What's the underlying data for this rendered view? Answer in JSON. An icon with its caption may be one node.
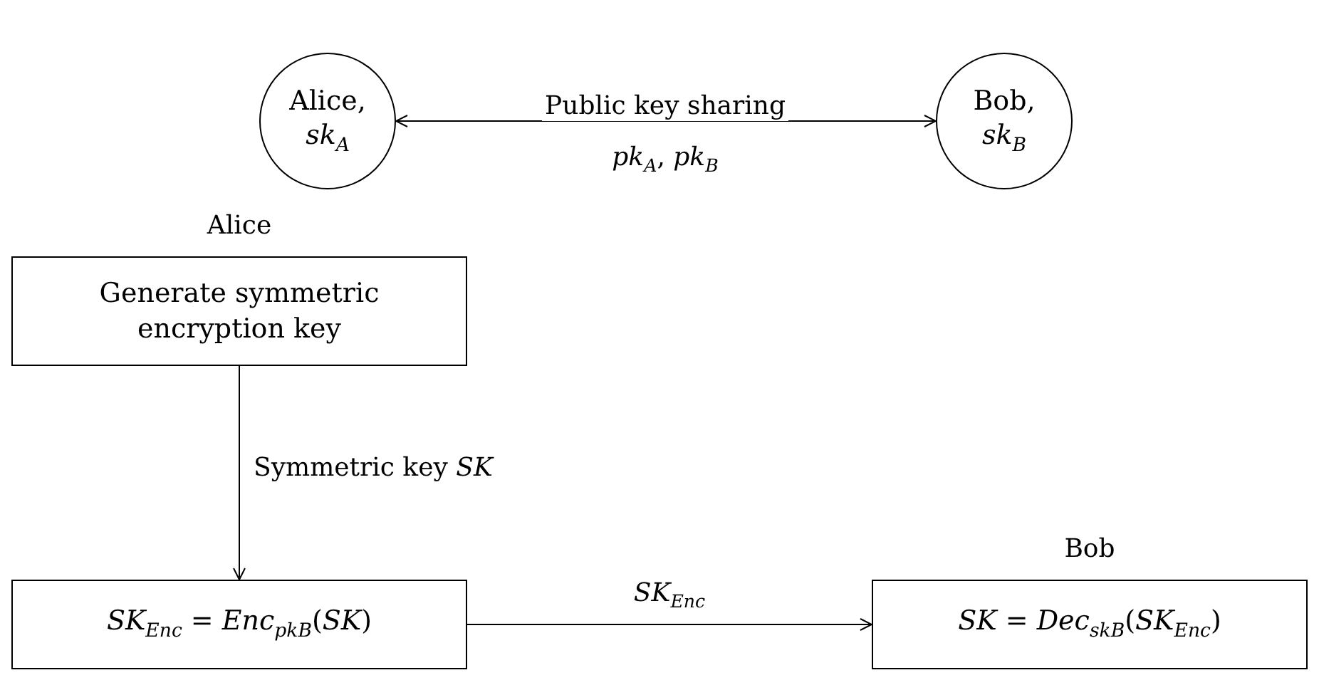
{
  "diagram": {
    "nodes": [
      {
        "text": [
          "Alice, *sk*$_{A}$"
        ]
      },
      {
        "text": [
          "Bob, *sk*$_{B}$"
        ]
      },
      {
        "text": [
          "Generate symmetric encryption key"
        ],
        "beside": [
          "Alice"
        ]
      },
      {
        "text": [
          "*SK*$_{Enc}$ = *Enc*$_{pkB}$(*SK*)"
        ]
      },
      {
        "text": [
          "*SK* = *Dec*$_{skB}$(*SK*$_{Enc}$)"
        ],
        "beside": [
          "Bob"
        ]
      }
    ],
    "edges": [
      {
        "from": 0,
        "to": 1,
        "arrow": "both",
        "label": "Public key sharing"
      },
      {
        "from": 2,
        "to": 3,
        "arrow": "to",
        "label": "Symmetric key *SK*"
      },
      {
        "from": 3,
        "to": 4,
        "arrow": "to",
        "label": "*SK*$_{Enc}$"
      }
    ],
    "labels": [
      "*pk*$_{A}$, *pk*$_{B}$"
    ]
  }
}
